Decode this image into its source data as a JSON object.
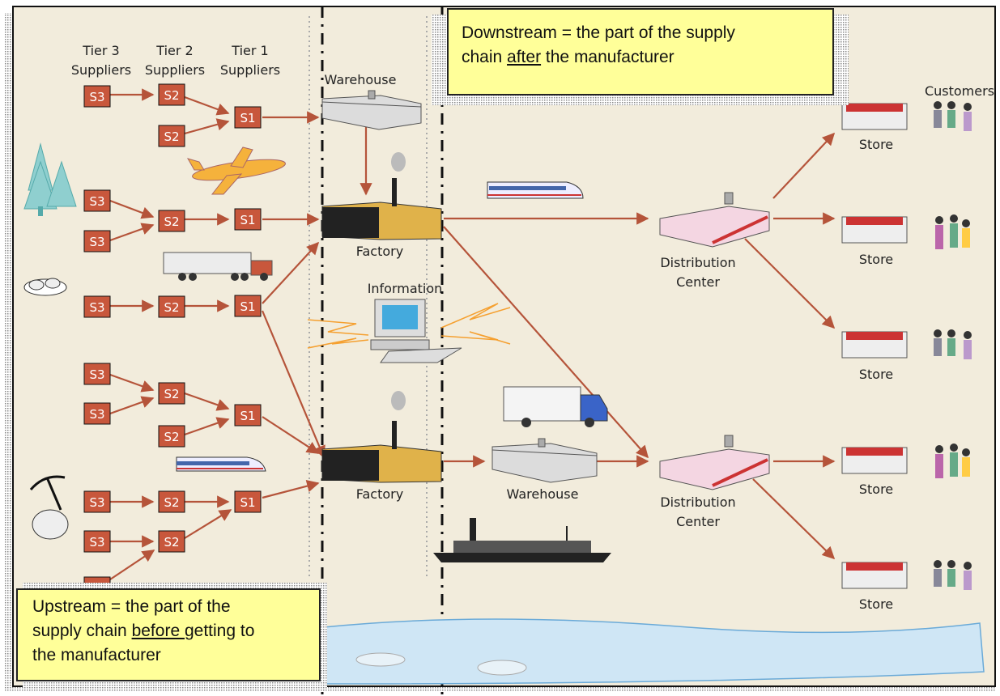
{
  "tiers": {
    "tier3": [
      "Tier 3",
      "Suppliers"
    ],
    "tier2": [
      "Tier 2",
      "Suppliers"
    ],
    "tier1": [
      "Tier 1",
      "Suppliers"
    ]
  },
  "nodes": {
    "s3": "S3",
    "s2": "S2",
    "s1": "S1"
  },
  "labels": {
    "warehouse_top": "Warehouse",
    "factory_1": "Factory",
    "factory_2": "Factory",
    "information": "Information",
    "warehouse_bottom": "Warehouse",
    "dc_1": [
      "Distribution",
      "Center"
    ],
    "dc_2": [
      "Distribution",
      "Center"
    ],
    "customers": "Customers",
    "store": "Store"
  },
  "callouts": {
    "downstream": {
      "line1_pre": "Downstream = the part of the supply",
      "line2_pre": "chain ",
      "line2_underline": "after",
      "line2_post": " the manufacturer"
    },
    "upstream": {
      "line1": "Upstream = the part of the",
      "line2_pre": "supply chain ",
      "line2_underline": "before ",
      "line2_post": "getting to",
      "line3": "the manufacturer"
    }
  },
  "colors": {
    "background": "#f2ecdc",
    "node_fill": "#c8573c",
    "arrow": "#b5543a",
    "callout": "#ffff99",
    "water": "#cfe6f5"
  }
}
